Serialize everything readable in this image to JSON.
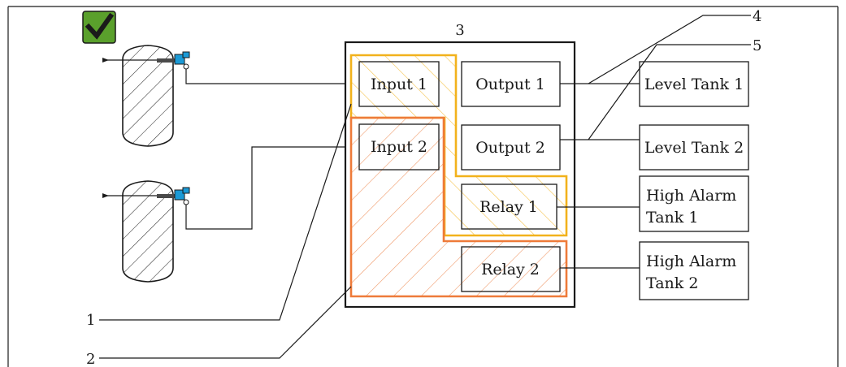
{
  "colors": {
    "checkmark_bg": "#5aa02c",
    "group1_outline": "#f2b21c",
    "group1_hatch": "#f5c24a",
    "group2_outline": "#ee7b3a",
    "group2_hatch": "#f09a6a",
    "sensor": "#1b9ad6",
    "line": "#1a1a1a"
  },
  "icons": {
    "status": "checkmark-icon",
    "tank": "tank-icon",
    "sensor": "level-sensor-icon"
  },
  "controller": {
    "number": "3",
    "inputs": [
      "Input 1",
      "Input 2"
    ],
    "outputs": [
      "Output 1",
      "Output 2"
    ],
    "relays": [
      "Relay 1",
      "Relay 2"
    ]
  },
  "outputs_targets": [
    "Level Tank 1",
    "Level Tank 2"
  ],
  "alarms": [
    {
      "line1": "High Alarm",
      "line2": "Tank 1"
    },
    {
      "line1": "High Alarm",
      "line2": "Tank 2"
    }
  ],
  "callouts": [
    "1",
    "2",
    "4",
    "5"
  ]
}
